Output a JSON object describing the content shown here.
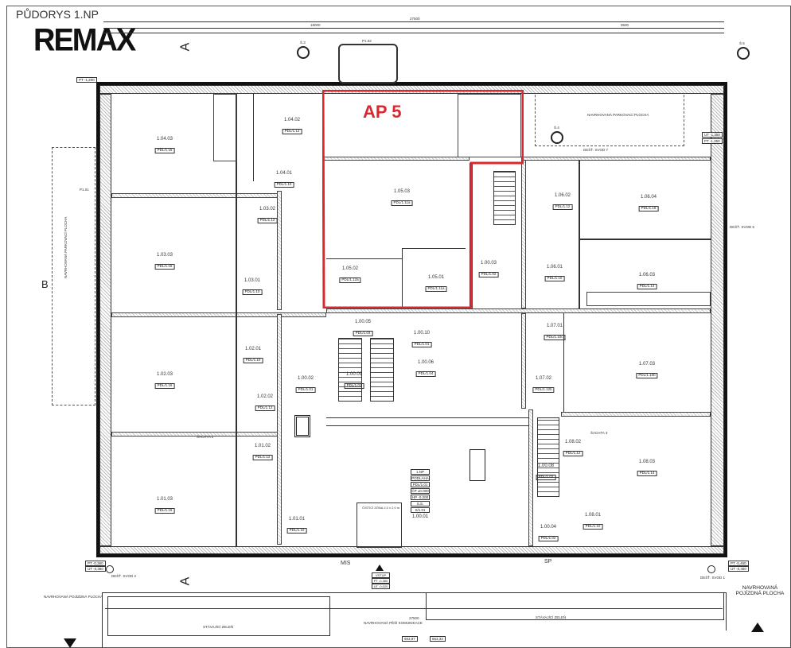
{
  "header": {
    "title": "PŮDORYS 1.NP",
    "logo": "REMAX"
  },
  "highlight": {
    "label": "AP 5",
    "color": "#d9292f"
  },
  "dimensions": {
    "total": "27500",
    "top_left": "18000",
    "top_right": "9500",
    "bottom_total": "27500"
  },
  "rooms": [
    {
      "code": "1.04.03",
      "tag": "PDL/1.16"
    },
    {
      "code": "1.04.02",
      "tag": "PDL/1.12"
    },
    {
      "code": "1.04.01",
      "tag": "PDL/1.10"
    },
    {
      "code": "1.03.03",
      "tag": "PDL/1.16"
    },
    {
      "code": "1.03.02",
      "tag": "PDL/1.12"
    },
    {
      "code": "1.03.01",
      "tag": "PDL/1.10"
    },
    {
      "code": "1.02.03",
      "tag": "PDL/1.16"
    },
    {
      "code": "1.02.01",
      "tag": "PDL/1.10"
    },
    {
      "code": "1.02.02",
      "tag": "PDL/1.12"
    },
    {
      "code": "1.01.03",
      "tag": "PDL/1.16"
    },
    {
      "code": "1.01.02",
      "tag": "PDL/1.12"
    },
    {
      "code": "1.01.01",
      "tag": "PDL/1.10"
    },
    {
      "code": "1.00.02",
      "tag": "PDL/1.01"
    },
    {
      "code": "1.05.03",
      "tag": "PDL/1.11a"
    },
    {
      "code": "1.05.02",
      "tag": "PDL/1.12a"
    },
    {
      "code": "1.05.01",
      "tag": "PDL/1.11a"
    },
    {
      "code": "1.00.03",
      "tag": "PDL/1.02"
    },
    {
      "code": "1.06.02",
      "tag": "PDL/1.12"
    },
    {
      "code": "1.06.04",
      "tag": "PDL/1.16"
    },
    {
      "code": "1.06.01",
      "tag": "PDL/1.10"
    },
    {
      "code": "1.06.03",
      "tag": "PDL/1.14"
    },
    {
      "code": "1.00.05",
      "tag": "PDL/1.03"
    },
    {
      "code": "1.00.10",
      "tag": "PDL/1.01"
    },
    {
      "code": "1.00.06",
      "tag": "PDL/1.04"
    },
    {
      "code": "1.00.09",
      "tag": "PDL/1.01"
    },
    {
      "code": "1.07.01",
      "tag": "PDL/1.10c"
    },
    {
      "code": "1.07.02",
      "tag": "PDL/1.12b"
    },
    {
      "code": "1.07.03",
      "tag": "PDL/1.10b"
    },
    {
      "code": "1.08.02",
      "tag": "PDL/1.12"
    },
    {
      "code": "1.08.03",
      "tag": "PDL/1.14"
    },
    {
      "code": "1.00.08",
      "tag": "PDL/1.02"
    },
    {
      "code": "1.08.01",
      "tag": "PDL/1.10"
    },
    {
      "code": "1.00.04",
      "tag": "PDL/1.02"
    }
  ],
  "entrance_legend": {
    "rows": [
      "1.NP",
      "PODLAHA",
      "PDL/1.01",
      "ČP ±0.000",
      "HP -0.200",
      "S.S.",
      "S/1.01"
    ],
    "code": "1.00.01"
  },
  "labels": {
    "cleaning_zone": "ČISTÍCÍ ZÓNA 2,0 x 2,0 m",
    "entrance": "VSTUP",
    "entrance_pt": "PT -0,380",
    "entrance_ut": "UT -0,020",
    "mis": "MIS",
    "sp": "SP",
    "parking_top": "NAVRHOVANÁ PARKOVACÍ PLOCHA",
    "parking_left": "NAVRHOVANÁ PARKOVACÍ PLOCHA",
    "drive_left": "NAVRHOVANÁ POJÍZDNÁ PLOCHA",
    "drive_right": "NAVRHOVANÁ POJÍZDNÁ PLOCHA",
    "green_left": "STÁVAJÍCÍ ZELEŇ",
    "green_right": "STÁVAJÍCÍ ZELEŇ",
    "walkway": "NAVRHOVANÁ PĚŠÍ KOMUNIKACE",
    "shaft2": "ŠACHTA 2",
    "shaft3": "ŠACHTA 3",
    "drain1": "DEŠŤ. SVOD 1",
    "drain2": "DEŠŤ. SVOD 2",
    "drain7": "DEŠŤ. SVOD 7",
    "drain6": "DEŠŤ. SVOD 6",
    "p102": "P1.02",
    "p101": "P1.01",
    "s3": "Š.3",
    "s4": "Š.4",
    "s5": "Š.5",
    "pt_left": "PT -0,360",
    "ut_left": "UT -0,360",
    "pt_right": "PT -0,450",
    "ut_right": "UT -0,450",
    "pt_top": "PT -1,200",
    "ut_top_right": "UT -1,350",
    "pt_top_right": "PT -1,350",
    "level1": "663,97",
    "level2": "663,33",
    "section_a": "A",
    "section_b": "B"
  }
}
